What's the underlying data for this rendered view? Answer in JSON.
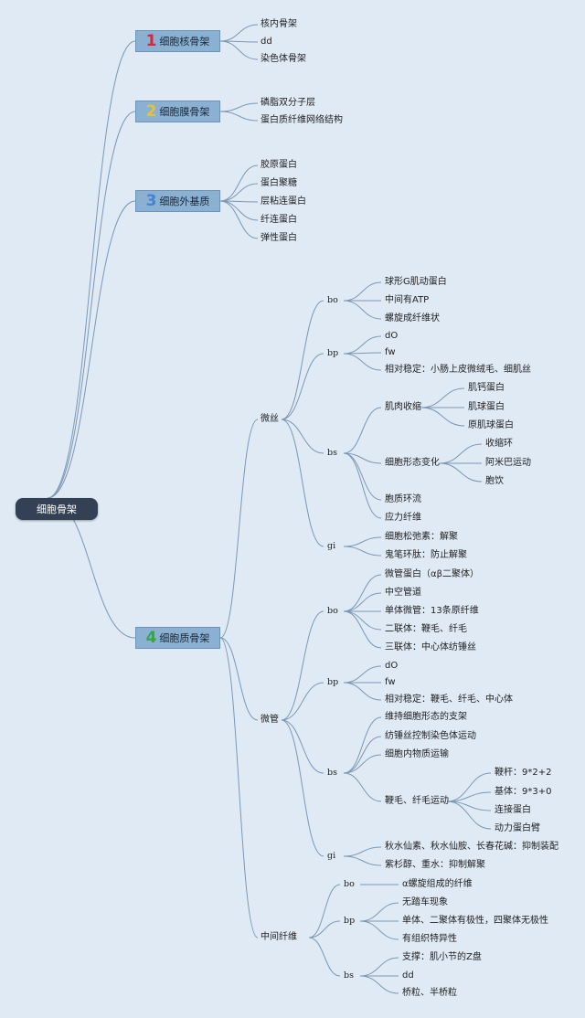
{
  "root": {
    "label": "细胞骨架"
  },
  "colors": {
    "background": "#dfeaf5",
    "line": "#7c97b4",
    "root_box": "#344154",
    "main_box": "#8ab0d2",
    "badge_1": "#d9263b",
    "badge_2": "#e6c233",
    "badge_3": "#3f86cf",
    "badge_4": "#3aa24a"
  },
  "branches": [
    {
      "badge": "1",
      "label": "细胞核骨架",
      "children": [
        {
          "label": "核内骨架"
        },
        {
          "label": "dd"
        },
        {
          "label": "染色体骨架"
        }
      ]
    },
    {
      "badge": "2",
      "label": "细胞膜骨架",
      "children": [
        {
          "label": "磷脂双分子层"
        },
        {
          "label": "蛋白质纤维网络结构"
        }
      ]
    },
    {
      "badge": "3",
      "label": "细胞外基质",
      "children": [
        {
          "label": "胶原蛋白"
        },
        {
          "label": "蛋白聚糖"
        },
        {
          "label": "层粘连蛋白"
        },
        {
          "label": "纤连蛋白"
        },
        {
          "label": "弹性蛋白"
        }
      ]
    },
    {
      "badge": "4",
      "label": "细胞质骨架",
      "children": [
        {
          "label": "微丝",
          "children": [
            {
              "label": "bo",
              "children": [
                {
                  "label": "球形G肌动蛋白"
                },
                {
                  "label": "中间有ATP"
                },
                {
                  "label": "螺旋成纤维状"
                }
              ]
            },
            {
              "label": "bp",
              "children": [
                {
                  "label": "dO"
                },
                {
                  "label": "fw"
                },
                {
                  "label": "相对稳定：小肠上皮微绒毛、细肌丝"
                }
              ]
            },
            {
              "label": "bs",
              "children": [
                {
                  "label": "肌肉收缩",
                  "children": [
                    {
                      "label": "肌钙蛋白"
                    },
                    {
                      "label": "肌球蛋白"
                    },
                    {
                      "label": "原肌球蛋白"
                    }
                  ]
                },
                {
                  "label": "细胞形态变化",
                  "children": [
                    {
                      "label": "收缩环"
                    },
                    {
                      "label": "阿米巴运动"
                    },
                    {
                      "label": "胞饮"
                    }
                  ]
                },
                {
                  "label": "胞质环流"
                },
                {
                  "label": "应力纤维"
                }
              ]
            },
            {
              "label": "gi",
              "children": [
                {
                  "label": "细胞松弛素：解聚"
                },
                {
                  "label": "鬼笔环肽：防止解聚"
                }
              ]
            }
          ]
        },
        {
          "label": "微管",
          "children": [
            {
              "label": "bo",
              "children": [
                {
                  "label": "微管蛋白（αβ二聚体）"
                },
                {
                  "label": "中空管道"
                },
                {
                  "label": "单体微管：13条原纤维"
                },
                {
                  "label": "二联体：鞭毛、纤毛"
                },
                {
                  "label": "三联体：中心体纺锤丝"
                }
              ]
            },
            {
              "label": "bp",
              "children": [
                {
                  "label": "dO"
                },
                {
                  "label": "fw"
                },
                {
                  "label": "相对稳定：鞭毛、纤毛、中心体"
                }
              ]
            },
            {
              "label": "bs",
              "children": [
                {
                  "label": "维持细胞形态的支架"
                },
                {
                  "label": "纺锤丝控制染色体运动"
                },
                {
                  "label": "细胞内物质运输"
                },
                {
                  "label": "鞭毛、纤毛运动",
                  "children": [
                    {
                      "label": "鞭杆：9*2+2"
                    },
                    {
                      "label": "基体：9*3+0"
                    },
                    {
                      "label": "连接蛋白"
                    },
                    {
                      "label": "动力蛋白臂"
                    }
                  ]
                }
              ]
            },
            {
              "label": "gi",
              "children": [
                {
                  "label": "秋水仙素、秋水仙胺、长春花碱：抑制装配"
                },
                {
                  "label": "紫杉醇、重水：抑制解聚"
                }
              ]
            }
          ]
        },
        {
          "label": "中间纤维",
          "children": [
            {
              "label": "bo",
              "children": [
                {
                  "label": "α螺旋组成的纤维"
                }
              ]
            },
            {
              "label": "bp",
              "children": [
                {
                  "label": "无踏车现象"
                },
                {
                  "label": "单体、二聚体有极性，四聚体无极性"
                },
                {
                  "label": "有组织特异性"
                }
              ]
            },
            {
              "label": "bs",
              "children": [
                {
                  "label": "支撑：肌小节的Z盘"
                },
                {
                  "label": "dd"
                },
                {
                  "label": "桥粒、半桥粒"
                }
              ]
            }
          ]
        }
      ]
    }
  ]
}
